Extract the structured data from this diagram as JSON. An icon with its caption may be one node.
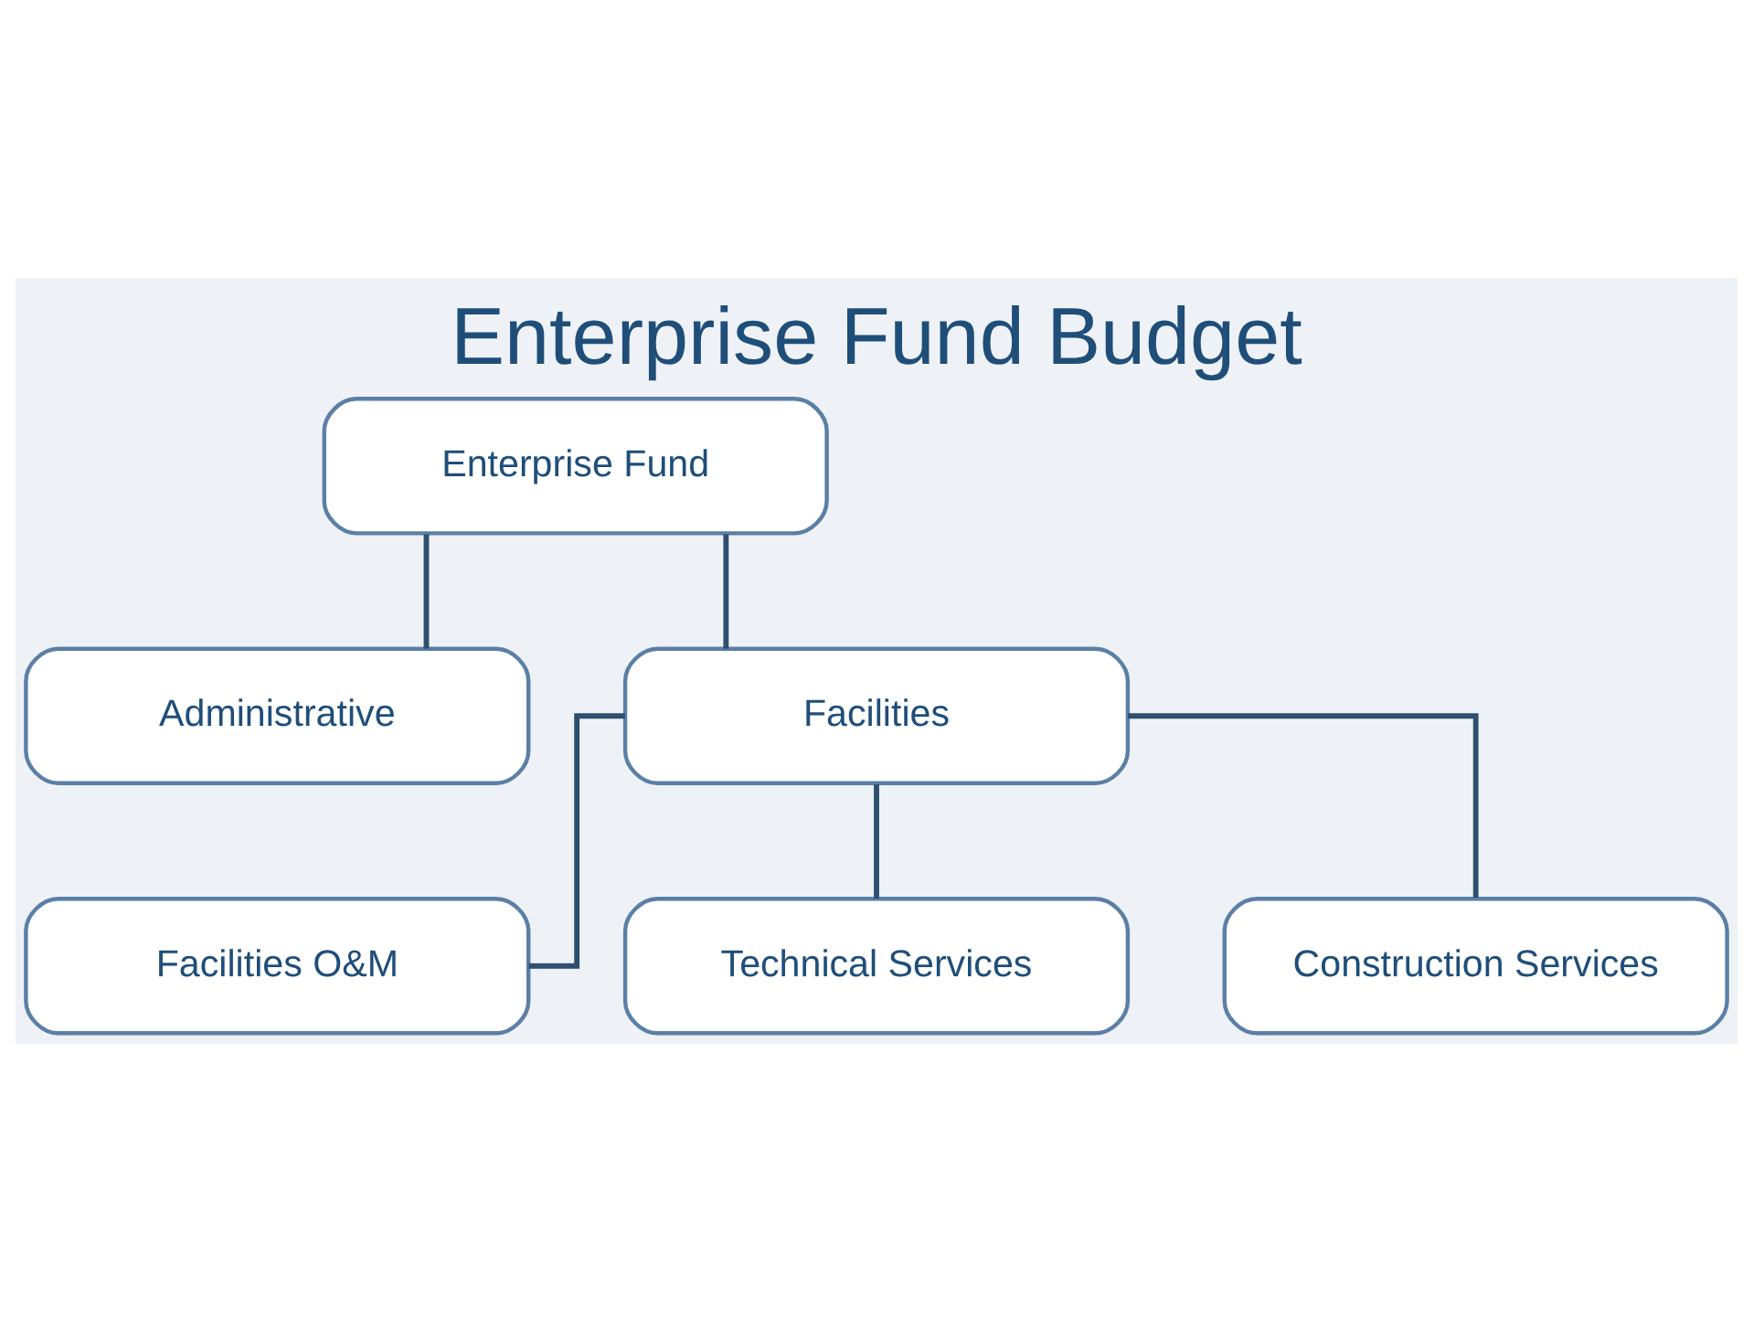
{
  "diagram": {
    "title": "Enterprise Fund Budget",
    "nodes": [
      {
        "text": [
          "Enterprise Fund"
        ]
      },
      {
        "text": [
          "Administrative"
        ]
      },
      {
        "text": [
          "Facilities"
        ]
      },
      {
        "text": [
          "Facilities O&M"
        ]
      },
      {
        "text": [
          "Technical Services"
        ]
      },
      {
        "text": [
          "Construction Services"
        ]
      }
    ],
    "edges": [
      {
        "from": 0,
        "to": 1,
        "arrow": "none"
      },
      {
        "from": 0,
        "to": 2,
        "arrow": "none"
      },
      {
        "from": 2,
        "to": 3,
        "arrow": "none"
      },
      {
        "from": 2,
        "to": 4,
        "arrow": "none"
      },
      {
        "from": 2,
        "to": 5,
        "arrow": "none"
      }
    ]
  }
}
